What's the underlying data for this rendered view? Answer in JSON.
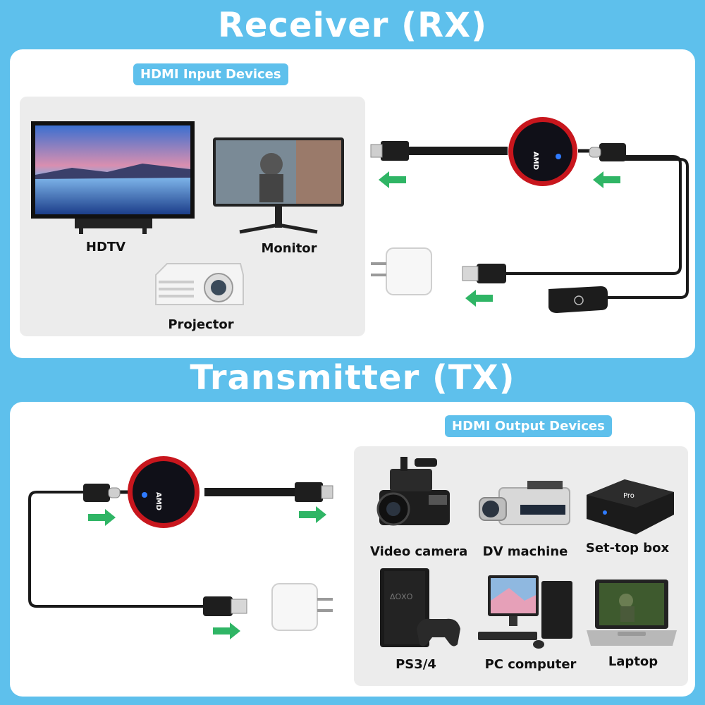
{
  "receiver": {
    "title": "Receiver (RX)",
    "section_label": "HDMI Input Devices",
    "devices": [
      {
        "label": "HDTV",
        "icon": "hdtv-icon"
      },
      {
        "label": "Monitor",
        "icon": "monitor-icon"
      },
      {
        "label": "Projector",
        "icon": "projector-icon"
      }
    ]
  },
  "transmitter": {
    "title": "Transmitter (TX)",
    "section_label": "HDMI Output Devices",
    "devices": [
      {
        "label": "Video camera",
        "icon": "video-camera-icon"
      },
      {
        "label": "DV machine",
        "icon": "dv-machine-icon"
      },
      {
        "label": "Set-top box",
        "icon": "set-top-box-icon"
      },
      {
        "label": "PS3/4",
        "icon": "game-console-icon"
      },
      {
        "label": "PC computer",
        "icon": "pc-computer-icon"
      },
      {
        "label": "Laptop",
        "icon": "laptop-icon"
      }
    ]
  },
  "colors": {
    "background": "#5ec0ec",
    "arrow": "#2fb565",
    "dongle_ring": "#c8161d",
    "indicator": "#2f7bff"
  }
}
